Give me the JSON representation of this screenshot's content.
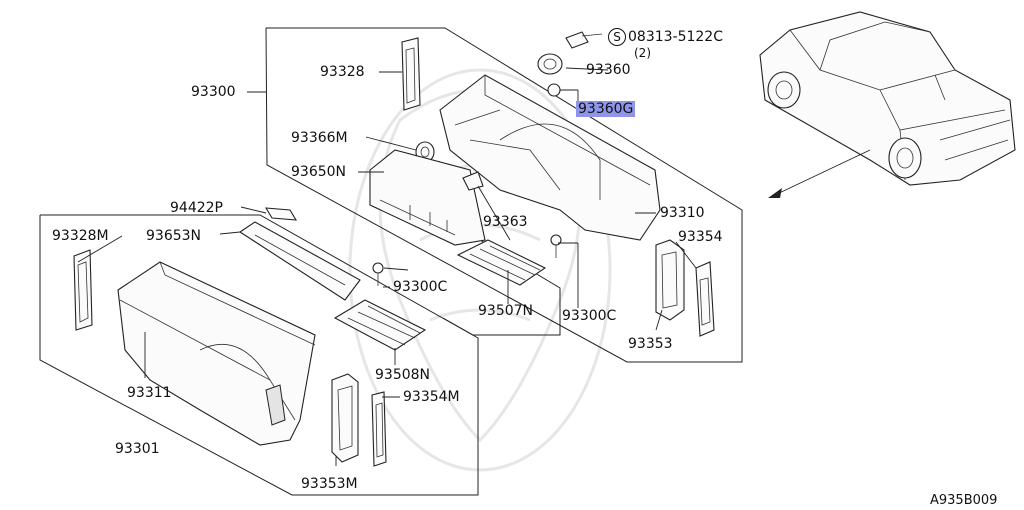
{
  "diagram": {
    "figure_code": "A935B009",
    "callouts": {
      "c93300": "93300",
      "c93328": "93328",
      "c93366m": "93366M",
      "c93650n": "93650N",
      "c94422p": "94422P",
      "c93328m": "93328M",
      "c93653n": "93653N",
      "c93363": "93363",
      "c93300c_left": "93300C",
      "c93507n": "93507N",
      "c93300c_right": "93300C",
      "c93310": "93310",
      "c93354": "93354",
      "c93353": "93353",
      "c93508n": "93508N",
      "c93354m": "93354M",
      "c93311": "93311",
      "c93301": "93301",
      "c93353m": "93353M",
      "c93360": "93360",
      "c93360g": "93360G",
      "bolt_spec": "08313-5122C",
      "bolt_qty": "(2)",
      "bolt_symbol": "S"
    },
    "highlight_color": "#8f96ea",
    "highlighted_part": "93360G"
  }
}
